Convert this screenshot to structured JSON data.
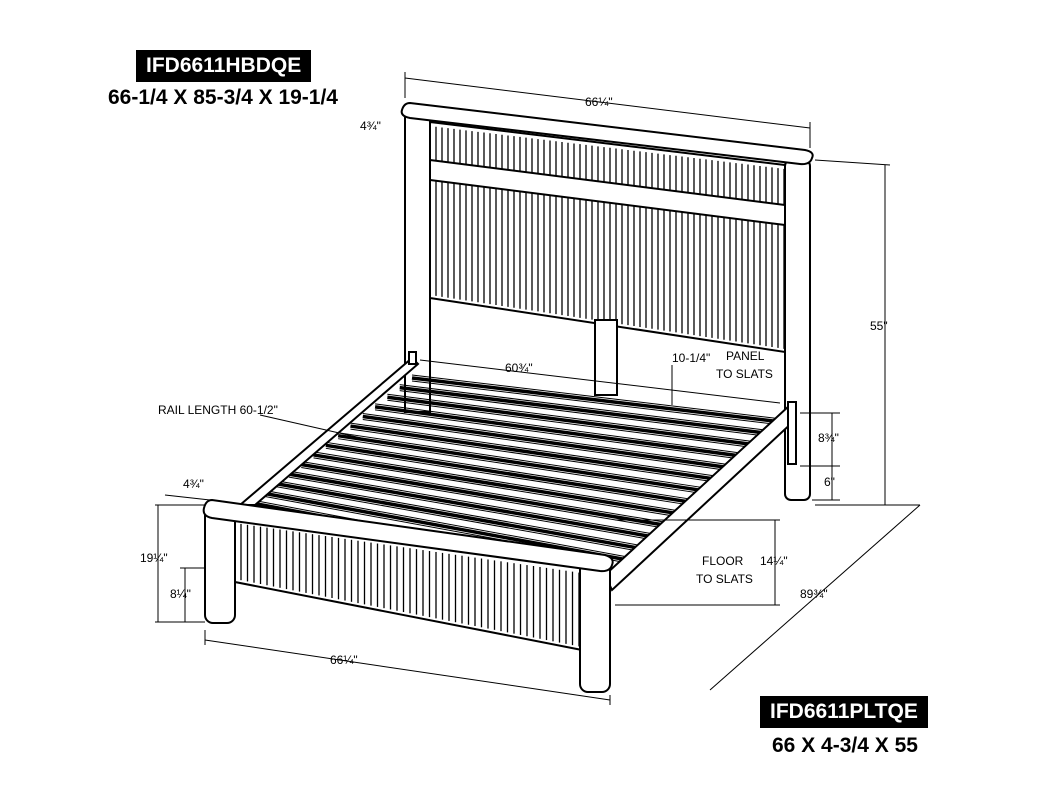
{
  "headboard": {
    "model": "IFD6611HBDQE",
    "dimensions": "66-1/4 X 85-3/4 X 19-1/4"
  },
  "panel": {
    "model": "IFD6611PLTQE",
    "dimensions": "66 X 4-3/4 X 55"
  },
  "labels": {
    "hb_cap_thickness": "4¾\"",
    "hb_width": "66¼\"",
    "hb_height": "55\"",
    "inner_width": "60¾\"",
    "panel_to_slats_value": "10-1/4\"",
    "panel_to_slats_1": "PANEL",
    "panel_to_slats_2": "TO SLATS",
    "rail_length": "RAIL LENGTH 60-1/2\"",
    "rail_height": "8¾\"",
    "rail_clearance": "6\"",
    "fb_cap_thickness": "4¾\"",
    "fb_height": "19¼\"",
    "fb_clearance": "8¼\"",
    "floor_to_slats_value": "14¼\"",
    "floor_to_slats_1": "FLOOR",
    "floor_to_slats_2": "TO SLATS",
    "overall_length": "89¾\"",
    "fb_width": "66¼\""
  }
}
